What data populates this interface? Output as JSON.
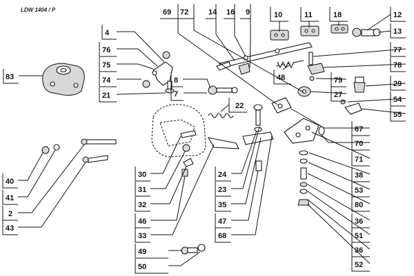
{
  "diagram": {
    "model_code": "LDW 1404 / P",
    "callouts": {
      "c83": "83",
      "c4": "4",
      "c76": "76",
      "c75": "75",
      "c74": "74",
      "c21": "21",
      "c8": "8",
      "c7": "7",
      "c22": "22",
      "c69": "69",
      "c72": "72",
      "c14": "14",
      "c16": "16",
      "c9": "9",
      "c10": "10",
      "c11": "11",
      "c18": "18",
      "c12": "12",
      "c13": "13",
      "c77": "77",
      "c78": "78",
      "c48": "48",
      "c79": "79",
      "c29": "29",
      "c27": "27",
      "c54": "54",
      "c55": "55",
      "c67": "67",
      "c70": "70",
      "c71": "71",
      "c38": "38",
      "c53": "53",
      "c80": "80",
      "c36a": "36",
      "c51": "51",
      "c36b": "36",
      "c52": "52",
      "c40": "40",
      "c41": "41",
      "c2": "2",
      "c43": "43",
      "c30": "30",
      "c31": "31",
      "c32": "32",
      "c46": "46",
      "c33": "33",
      "c49": "49",
      "c50": "50",
      "c24": "24",
      "c23": "23",
      "c35": "35",
      "c47": "47",
      "c68": "68"
    }
  }
}
